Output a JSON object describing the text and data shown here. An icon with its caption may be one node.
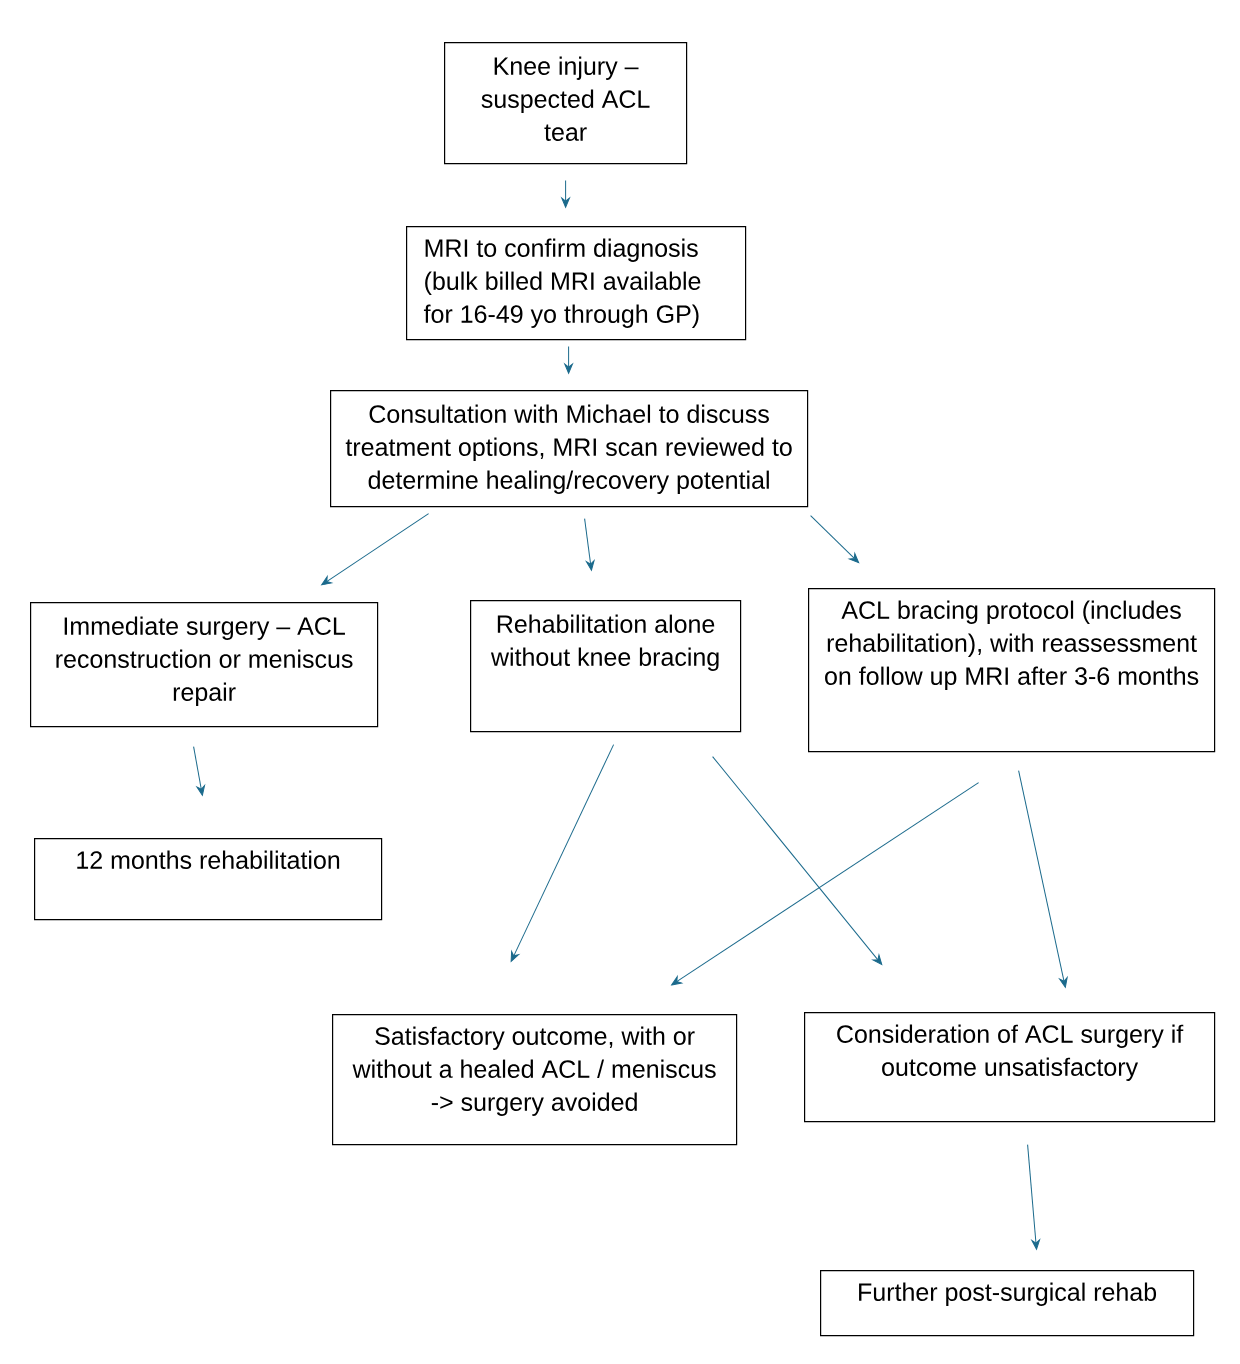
{
  "diagram": {
    "nodes": [
      {
        "text": [
          "Knee injury – suspected ACL tear"
        ]
      },
      {
        "text": [
          "MRI to confirm diagnosis (bulk billed MRI available for 16-49 yo through GP)"
        ]
      },
      {
        "text": [
          "Consultation with Michael to discuss treatment options, MRI scan reviewed to determine healing/recovery potential"
        ]
      },
      {
        "text": [
          "Immediate surgery – ACL reconstruction or meniscus repair"
        ]
      },
      {
        "text": [
          "Rehabilitation alone without knee bracing"
        ]
      },
      {
        "text": [
          "ACL bracing protocol (includes rehabilitation), with reassessment on follow up MRI after 3-6 months"
        ]
      },
      {
        "text": [
          "12 months rehabilitation"
        ]
      },
      {
        "text": [
          "Satisfactory outcome, with or without a healed ACL / meniscus -> surgery avoided"
        ]
      },
      {
        "text": [
          "Consideration of ACL surgery if outcome unsatisfactory"
        ]
      },
      {
        "text": [
          "Further post-surgical rehab"
        ]
      }
    ],
    "edges": [
      {
        "from": 0,
        "to": 1,
        "arrow": "to"
      },
      {
        "from": 1,
        "to": 2,
        "arrow": "to"
      },
      {
        "from": 2,
        "to": 3,
        "arrow": "to"
      },
      {
        "from": 2,
        "to": 4,
        "arrow": "to"
      },
      {
        "from": 2,
        "to": 5,
        "arrow": "to"
      },
      {
        "from": 3,
        "to": 6,
        "arrow": "to"
      },
      {
        "from": 4,
        "to": 7,
        "arrow": "to"
      },
      {
        "from": 4,
        "to": 8,
        "arrow": "to"
      },
      {
        "from": 5,
        "to": 7,
        "arrow": "to"
      },
      {
        "from": 5,
        "to": 8,
        "arrow": "to"
      },
      {
        "from": 8,
        "to": 9,
        "arrow": "to"
      }
    ]
  }
}
